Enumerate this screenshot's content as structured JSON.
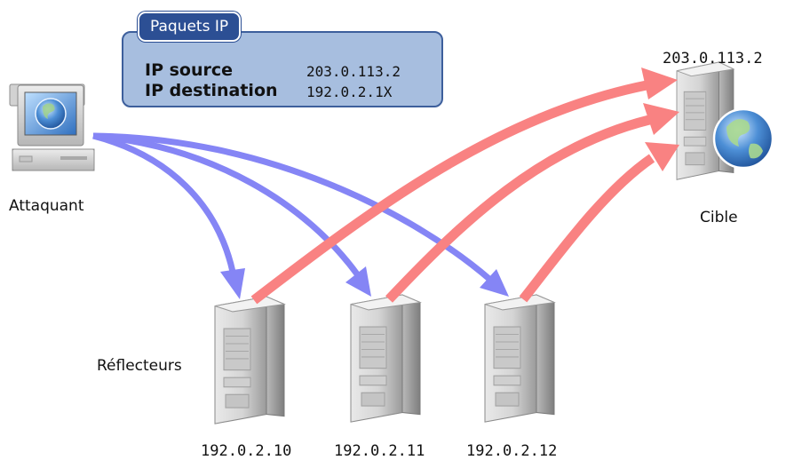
{
  "packet": {
    "title": "Paquets IP",
    "source_label": "IP source",
    "source_value": "203.0.113.2",
    "destination_label": "IP destination",
    "destination_value": "192.0.2.1X"
  },
  "attacker": {
    "label": "Attaquant",
    "icon": "computer-icon"
  },
  "target": {
    "label": "Cible",
    "ip": "203.0.113.2",
    "icon": "web-server-icon"
  },
  "reflectors": {
    "label": "Réflecteurs",
    "icon": "server-icon",
    "ips": [
      "192.0.2.10",
      "192.0.2.11",
      "192.0.2.12"
    ]
  },
  "colors": {
    "request_arrow": "#8585f5",
    "reflected_arrow": "#f98282",
    "packet_box_fill": "#a7bedf",
    "packet_box_border": "#3d5f9c",
    "packet_tab_fill": "#2c4f94"
  }
}
